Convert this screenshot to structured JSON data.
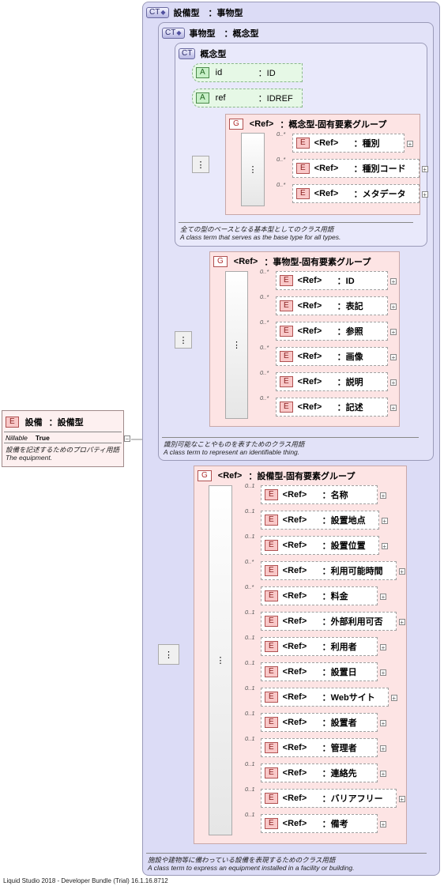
{
  "root": {
    "badge": "E",
    "name": "設備",
    "type": "：設備型",
    "nillable_label": "Nillable",
    "nillable_value": "True",
    "desc_ja": "設備を記述するためのプロパティ用語",
    "desc_en": "The equipment."
  },
  "ct_equipment": {
    "badge": "CT",
    "title": "設備型　：事物型",
    "desc_ja": "施設や建物等に備わっている設備を表現するためのクラス用語",
    "desc_en": "A class term to express an equipment installed in a facility or building."
  },
  "ct_thing": {
    "badge": "CT",
    "title": "事物型　：概念型",
    "desc_ja": "識別可能なことやものを表すためのクラス用語",
    "desc_en": "A class term to represent an identifiable thing."
  },
  "ct_concept": {
    "badge": "CT",
    "title": "概念型",
    "desc_ja": "全ての型のベースとなる基本型としてのクラス用語",
    "desc_en": "A class term that serves as the base type for all types."
  },
  "attributes": [
    {
      "badge": "A",
      "name": "id",
      "type": "：ID"
    },
    {
      "badge": "A",
      "name": "ref",
      "type": "：IDREF"
    }
  ],
  "group_concept": {
    "badge": "G",
    "ref": "<Ref>",
    "name": "：概念型-固有要素グループ",
    "items": [
      {
        "card": "0..*",
        "badge": "E",
        "ref": "<Ref>",
        "name": "：種別"
      },
      {
        "card": "0..*",
        "badge": "E",
        "ref": "<Ref>",
        "name": "：種別コード"
      },
      {
        "card": "0..*",
        "badge": "E",
        "ref": "<Ref>",
        "name": "：メタデータ"
      }
    ]
  },
  "group_thing": {
    "badge": "G",
    "ref": "<Ref>",
    "name": "：事物型-固有要素グループ",
    "items": [
      {
        "card": "0..*",
        "badge": "E",
        "ref": "<Ref>",
        "name": "：ID"
      },
      {
        "card": "0..*",
        "badge": "E",
        "ref": "<Ref>",
        "name": "：表記"
      },
      {
        "card": "0..*",
        "badge": "E",
        "ref": "<Ref>",
        "name": "：参照"
      },
      {
        "card": "0..*",
        "badge": "E",
        "ref": "<Ref>",
        "name": "：画像"
      },
      {
        "card": "0..*",
        "badge": "E",
        "ref": "<Ref>",
        "name": "：説明"
      },
      {
        "card": "0..*",
        "badge": "E",
        "ref": "<Ref>",
        "name": "：記述"
      }
    ]
  },
  "group_equipment": {
    "badge": "G",
    "ref": "<Ref>",
    "name": "：設備型-固有要素グループ",
    "items": [
      {
        "card": "0..1",
        "badge": "E",
        "ref": "<Ref>",
        "name": "：名称"
      },
      {
        "card": "0..1",
        "badge": "E",
        "ref": "<Ref>",
        "name": "：設置地点"
      },
      {
        "card": "0..1",
        "badge": "E",
        "ref": "<Ref>",
        "name": "：設置位置"
      },
      {
        "card": "0..*",
        "badge": "E",
        "ref": "<Ref>",
        "name": "：利用可能時間"
      },
      {
        "card": "0..*",
        "badge": "E",
        "ref": "<Ref>",
        "name": "：料金"
      },
      {
        "card": "0..1",
        "badge": "E",
        "ref": "<Ref>",
        "name": "：外部利用可否"
      },
      {
        "card": "0..1",
        "badge": "E",
        "ref": "<Ref>",
        "name": "：利用者"
      },
      {
        "card": "0..1",
        "badge": "E",
        "ref": "<Ref>",
        "name": "：設置日"
      },
      {
        "card": "0..1",
        "badge": "E",
        "ref": "<Ref>",
        "name": "：Webサイト"
      },
      {
        "card": "0..1",
        "badge": "E",
        "ref": "<Ref>",
        "name": "：設置者"
      },
      {
        "card": "0..1",
        "badge": "E",
        "ref": "<Ref>",
        "name": "：管理者"
      },
      {
        "card": "0..1",
        "badge": "E",
        "ref": "<Ref>",
        "name": "：連絡先"
      },
      {
        "card": "0..1",
        "badge": "E",
        "ref": "<Ref>",
        "name": "：バリアフリー"
      },
      {
        "card": "0..1",
        "badge": "E",
        "ref": "<Ref>",
        "name": "：備考"
      }
    ]
  },
  "footer": "Liquid Studio 2018 - Developer Bundle (Trial) 16.1.16.8712"
}
